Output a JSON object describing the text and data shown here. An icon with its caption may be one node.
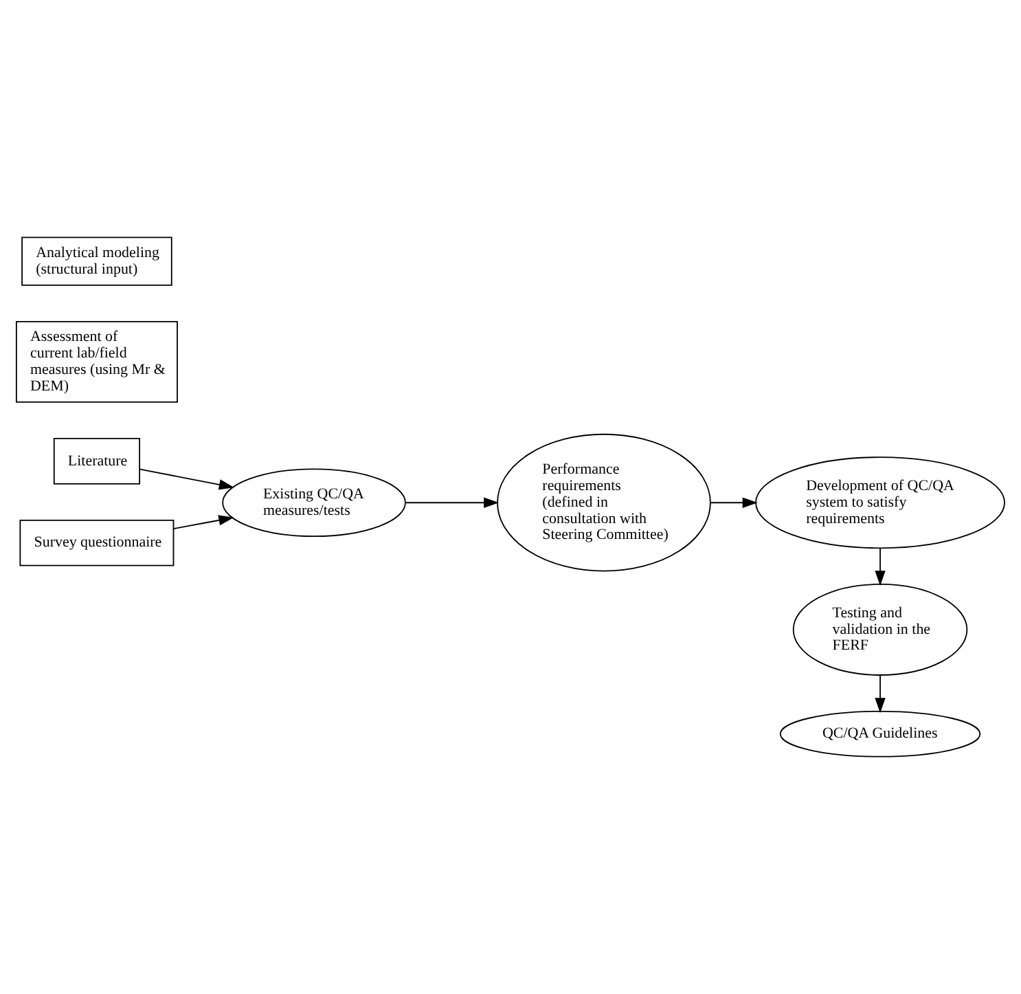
{
  "diagram": {
    "nodes": [
      {
        "text": [
          "Literature"
        ]
      },
      {
        "text": [
          "Assessment of current lab/field measures (using Mr & DEM)"
        ]
      },
      {
        "text": [
          "Existing QC/QA measures/tests"
        ]
      },
      {
        "text": [
          "Analytical modeling (structural input)"
        ]
      },
      {
        "text": [
          "Performance requirements (defined in consultation with Steering Committee)"
        ]
      },
      {
        "text": [
          "Development of QC/QA system to satisfy requirements"
        ]
      },
      {
        "text": [
          "Survey questionnaire"
        ]
      },
      {
        "text": [
          "Testing and validation in the FERF"
        ]
      },
      {
        "text": [
          "QC/QA Guidelines"
        ]
      }
    ],
    "edges": [
      {
        "from": 0,
        "to": 2,
        "arrow": "to"
      },
      {
        "from": 6,
        "to": 2,
        "arrow": "to"
      },
      {
        "from": 2,
        "to": 4,
        "arrow": "to"
      },
      {
        "from": 4,
        "to": 5,
        "arrow": "to"
      },
      {
        "from": 5,
        "to": 7,
        "arrow": "to"
      },
      {
        "from": 7,
        "to": 8,
        "arrow": "to"
      }
    ]
  }
}
